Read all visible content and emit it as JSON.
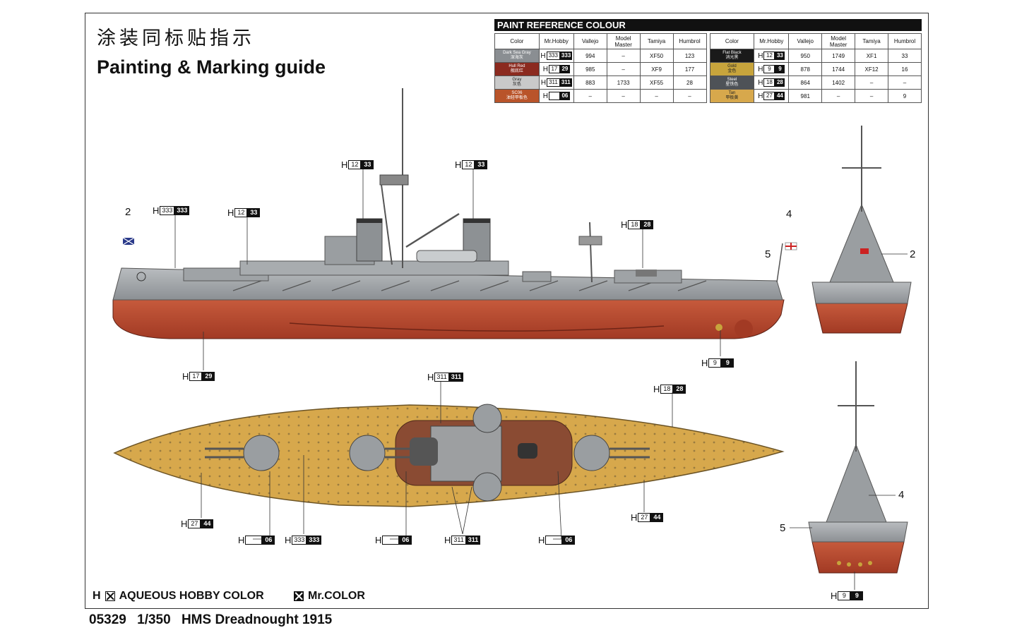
{
  "titles": {
    "cn": "涂装同标贴指示",
    "en": "Painting & Marking guide"
  },
  "paint": {
    "heading": "PAINT  REFERENCE COLOUR",
    "headers": [
      "Color",
      "Mr.Hobby",
      "Vallejo",
      "Model Master",
      "Tamiya",
      "Humbrol"
    ],
    "left_rows": [
      {
        "name": "Dark Sea Gray",
        "cn": "深海灰",
        "color": "#8a8e92",
        "hw": "333",
        "hb": "333",
        "vallejo": "994",
        "mm": "–",
        "tamiya": "XF50",
        "humbrol": "123"
      },
      {
        "name": "Hull Red",
        "cn": "舰底红",
        "color": "#8b2a1f",
        "hw": "17",
        "hb": "29",
        "vallejo": "985",
        "mm": "–",
        "tamiya": "XF9",
        "humbrol": "177"
      },
      {
        "name": "Gray",
        "cn": "灰色",
        "color": "#c9c9c9",
        "hw": "311",
        "hb": "311",
        "vallejo": "883",
        "mm": "1733",
        "tamiya": "XF55",
        "humbrol": "28"
      },
      {
        "name": "SC06",
        "cn": "油轻甲板色",
        "color": "#b9542a",
        "hw": "",
        "hb": "06",
        "vallejo": "–",
        "mm": "–",
        "tamiya": "–",
        "humbrol": "–"
      }
    ],
    "right_rows": [
      {
        "name": "Flat Black",
        "cn": "消光黑",
        "color": "#1a1a1a",
        "hw": "12",
        "hb": "33",
        "vallejo": "950",
        "mm": "1749",
        "tamiya": "XF1",
        "humbrol": "33"
      },
      {
        "name": "Gold",
        "cn": "金色",
        "color": "#c7a43c",
        "hw": "9",
        "hb": "9",
        "vallejo": "878",
        "mm": "1744",
        "tamiya": "XF12",
        "humbrol": "16"
      },
      {
        "name": "Steel",
        "cn": "星铁色",
        "color": "#4e5257",
        "hw": "18",
        "hb": "28",
        "vallejo": "864",
        "mm": "1402",
        "tamiya": "–",
        "humbrol": "–"
      },
      {
        "name": "Tan",
        "cn": "甲板黄",
        "color": "#d7a84c",
        "hw": "27",
        "hb": "44",
        "vallejo": "981",
        "mm": "–",
        "tamiya": "–",
        "humbrol": "9"
      }
    ]
  },
  "callouts": {
    "side_333": {
      "h": "H",
      "w": "333",
      "b": "333"
    },
    "side_12a": {
      "h": "H",
      "w": "12",
      "b": "33"
    },
    "side_12b": {
      "h": "H",
      "w": "12",
      "b": "33"
    },
    "side_12c": {
      "h": "H",
      "w": "12",
      "b": "33"
    },
    "side_18": {
      "h": "H",
      "w": "18",
      "b": "28"
    },
    "side_17": {
      "h": "H",
      "w": "17",
      "b": "29"
    },
    "side_9": {
      "h": "H",
      "w": "9",
      "b": "9"
    },
    "top_311a": {
      "h": "H",
      "w": "311",
      "b": "311"
    },
    "top_18": {
      "h": "H",
      "w": "18",
      "b": "28"
    },
    "top_27a": {
      "h": "H",
      "w": "27",
      "b": "44"
    },
    "top_27b": {
      "h": "H",
      "w": "27",
      "b": "44"
    },
    "top_06a": {
      "h": "H",
      "w": "",
      "b": "06"
    },
    "top_333": {
      "h": "H",
      "w": "333",
      "b": "333"
    },
    "top_06b": {
      "h": "H",
      "w": "",
      "b": "06"
    },
    "top_311b": {
      "h": "H",
      "w": "311",
      "b": "311"
    },
    "top_06c": {
      "h": "H",
      "w": "",
      "b": "06"
    },
    "bow_9": {
      "h": "H",
      "w": "9",
      "b": "9"
    }
  },
  "markers": {
    "m2a": "2",
    "m4a": "4",
    "m5a": "5",
    "m2b": "2",
    "m4b": "4",
    "m5b": "5"
  },
  "legend": {
    "aqueous_prefix": "H",
    "aqueous": "AQUEOUS HOBBY COLOR",
    "mr": "Mr.COLOR"
  },
  "footer": {
    "code": "05329",
    "scale": "1/350",
    "name": "HMS Dreadnought 1915"
  }
}
